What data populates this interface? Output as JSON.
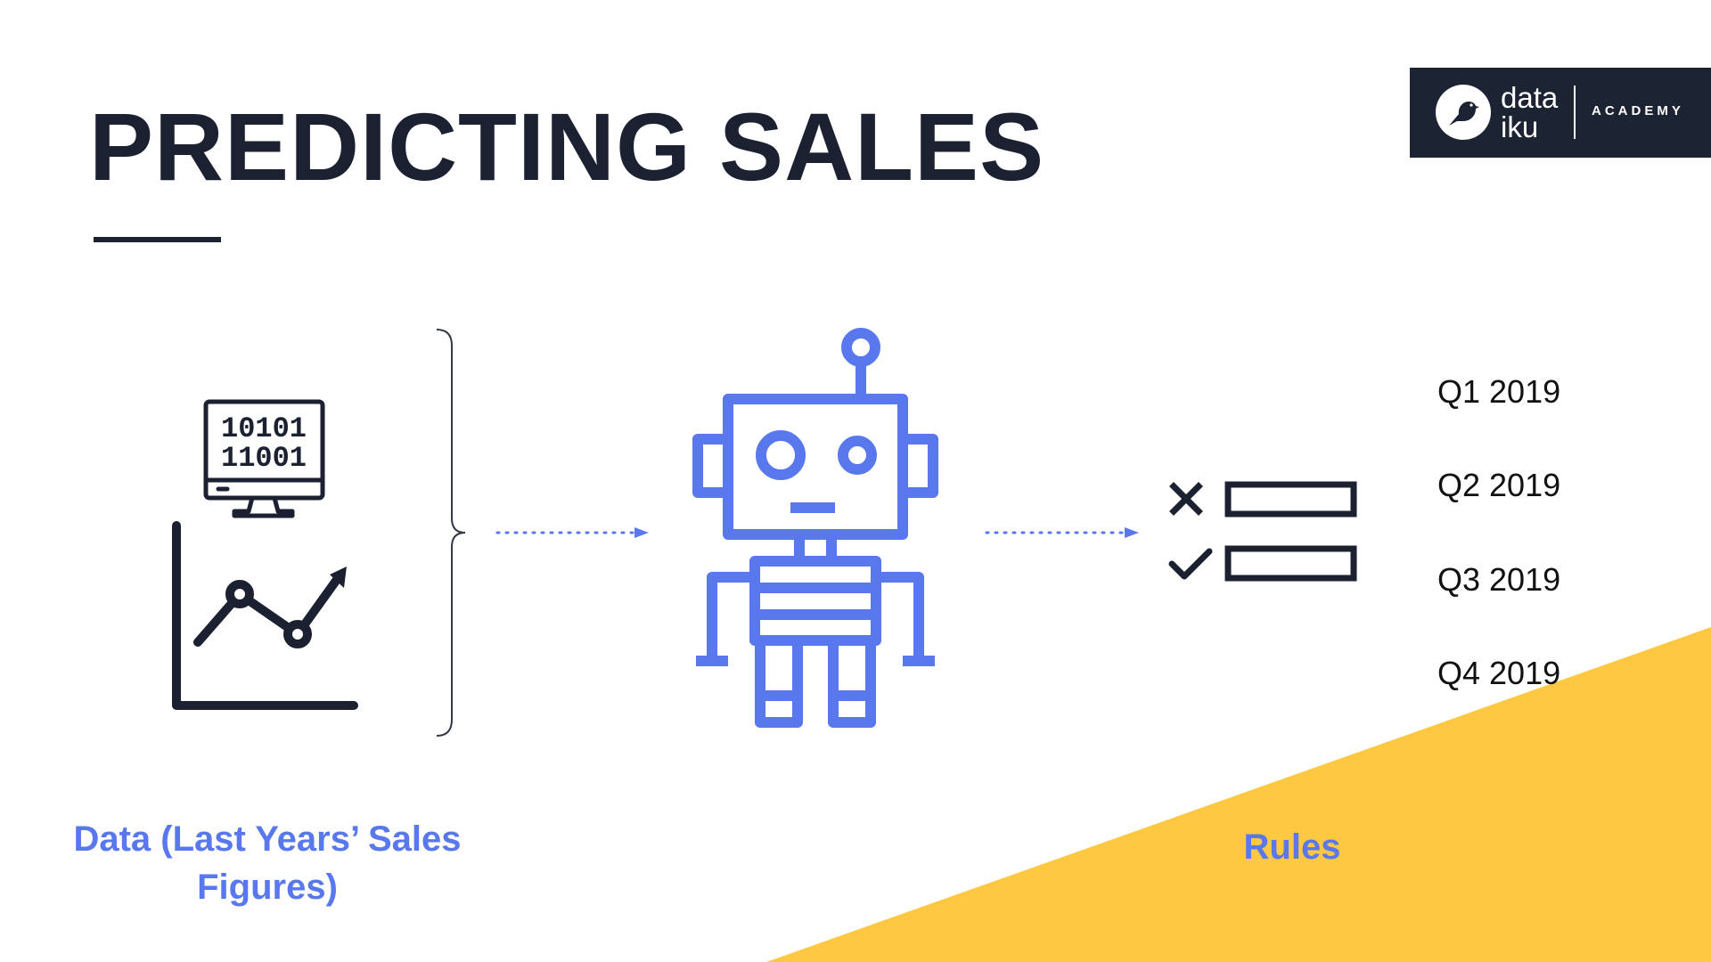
{
  "slide": {
    "title": "PREDICTING SALES"
  },
  "logo": {
    "word_line1": "data",
    "word_line2": "iku",
    "subtitle": "ACADEMY"
  },
  "diagram": {
    "input_caption": "Data (Last Years’ Sales Figures)",
    "output_caption": "Rules",
    "computer_screen_lines": [
      "10101",
      "11001"
    ],
    "quarters": [
      "Q1 2019",
      "Q2 2019",
      "Q3 2019",
      "Q4 2019"
    ]
  },
  "colors": {
    "dark": "#1b2130",
    "accent_blue": "#5a78ee",
    "yellow": "#fec843",
    "logo_bg": "#1c2333"
  },
  "icons": [
    "computer-binary-icon",
    "line-chart-icon",
    "robot-icon",
    "cross-icon",
    "check-icon"
  ]
}
